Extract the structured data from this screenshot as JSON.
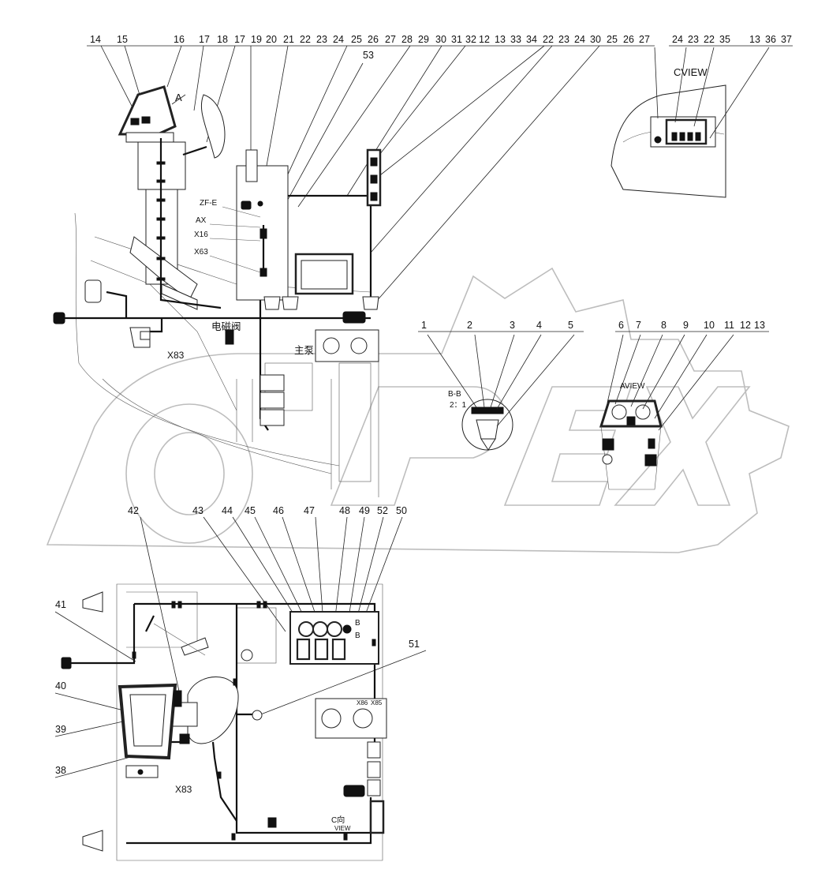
{
  "watermark": "OPEX",
  "top_callouts": [
    "14",
    "15",
    "16",
    "17",
    "18",
    "17",
    "19",
    "20",
    "21",
    "22",
    "23",
    "24",
    "25",
    "26",
    "27",
    "28",
    "29",
    "30",
    "31",
    "32",
    "12",
    "13",
    "33",
    "34",
    "22",
    "23",
    "24",
    "30",
    "25",
    "26",
    "27"
  ],
  "callout_53": "53",
  "cview_callouts": [
    "24",
    "23",
    "22",
    "35",
    "13",
    "36",
    "37"
  ],
  "cview_title": "CVIEW",
  "view_a_mark": "A",
  "cable_labels": {
    "zfe": "ZF-E",
    "ax": "AX",
    "x16": "X16",
    "x63": "X63"
  },
  "x83_label": "X83",
  "solenoid_label": "电磁阀",
  "main_pump_label": "主泵",
  "bb_callouts": [
    "1",
    "2",
    "3",
    "4",
    "5"
  ],
  "bb_title": "B-B",
  "bb_scale": "2：1",
  "aview_callouts": [
    "6",
    "7",
    "8",
    "9",
    "10",
    "11",
    "12",
    "13"
  ],
  "aview_title": "AVIEW",
  "bottom_callouts": [
    "42",
    "43",
    "44",
    "45",
    "46",
    "47",
    "48",
    "49",
    "52",
    "50"
  ],
  "callout_51": "51",
  "left_callouts": [
    "41",
    "40",
    "39",
    "38"
  ],
  "bottom_x83": "X83",
  "b_mark": "B",
  "cview_mark": "C向",
  "view_word": "VIEW",
  "x86": "X86",
  "x85": "X85"
}
